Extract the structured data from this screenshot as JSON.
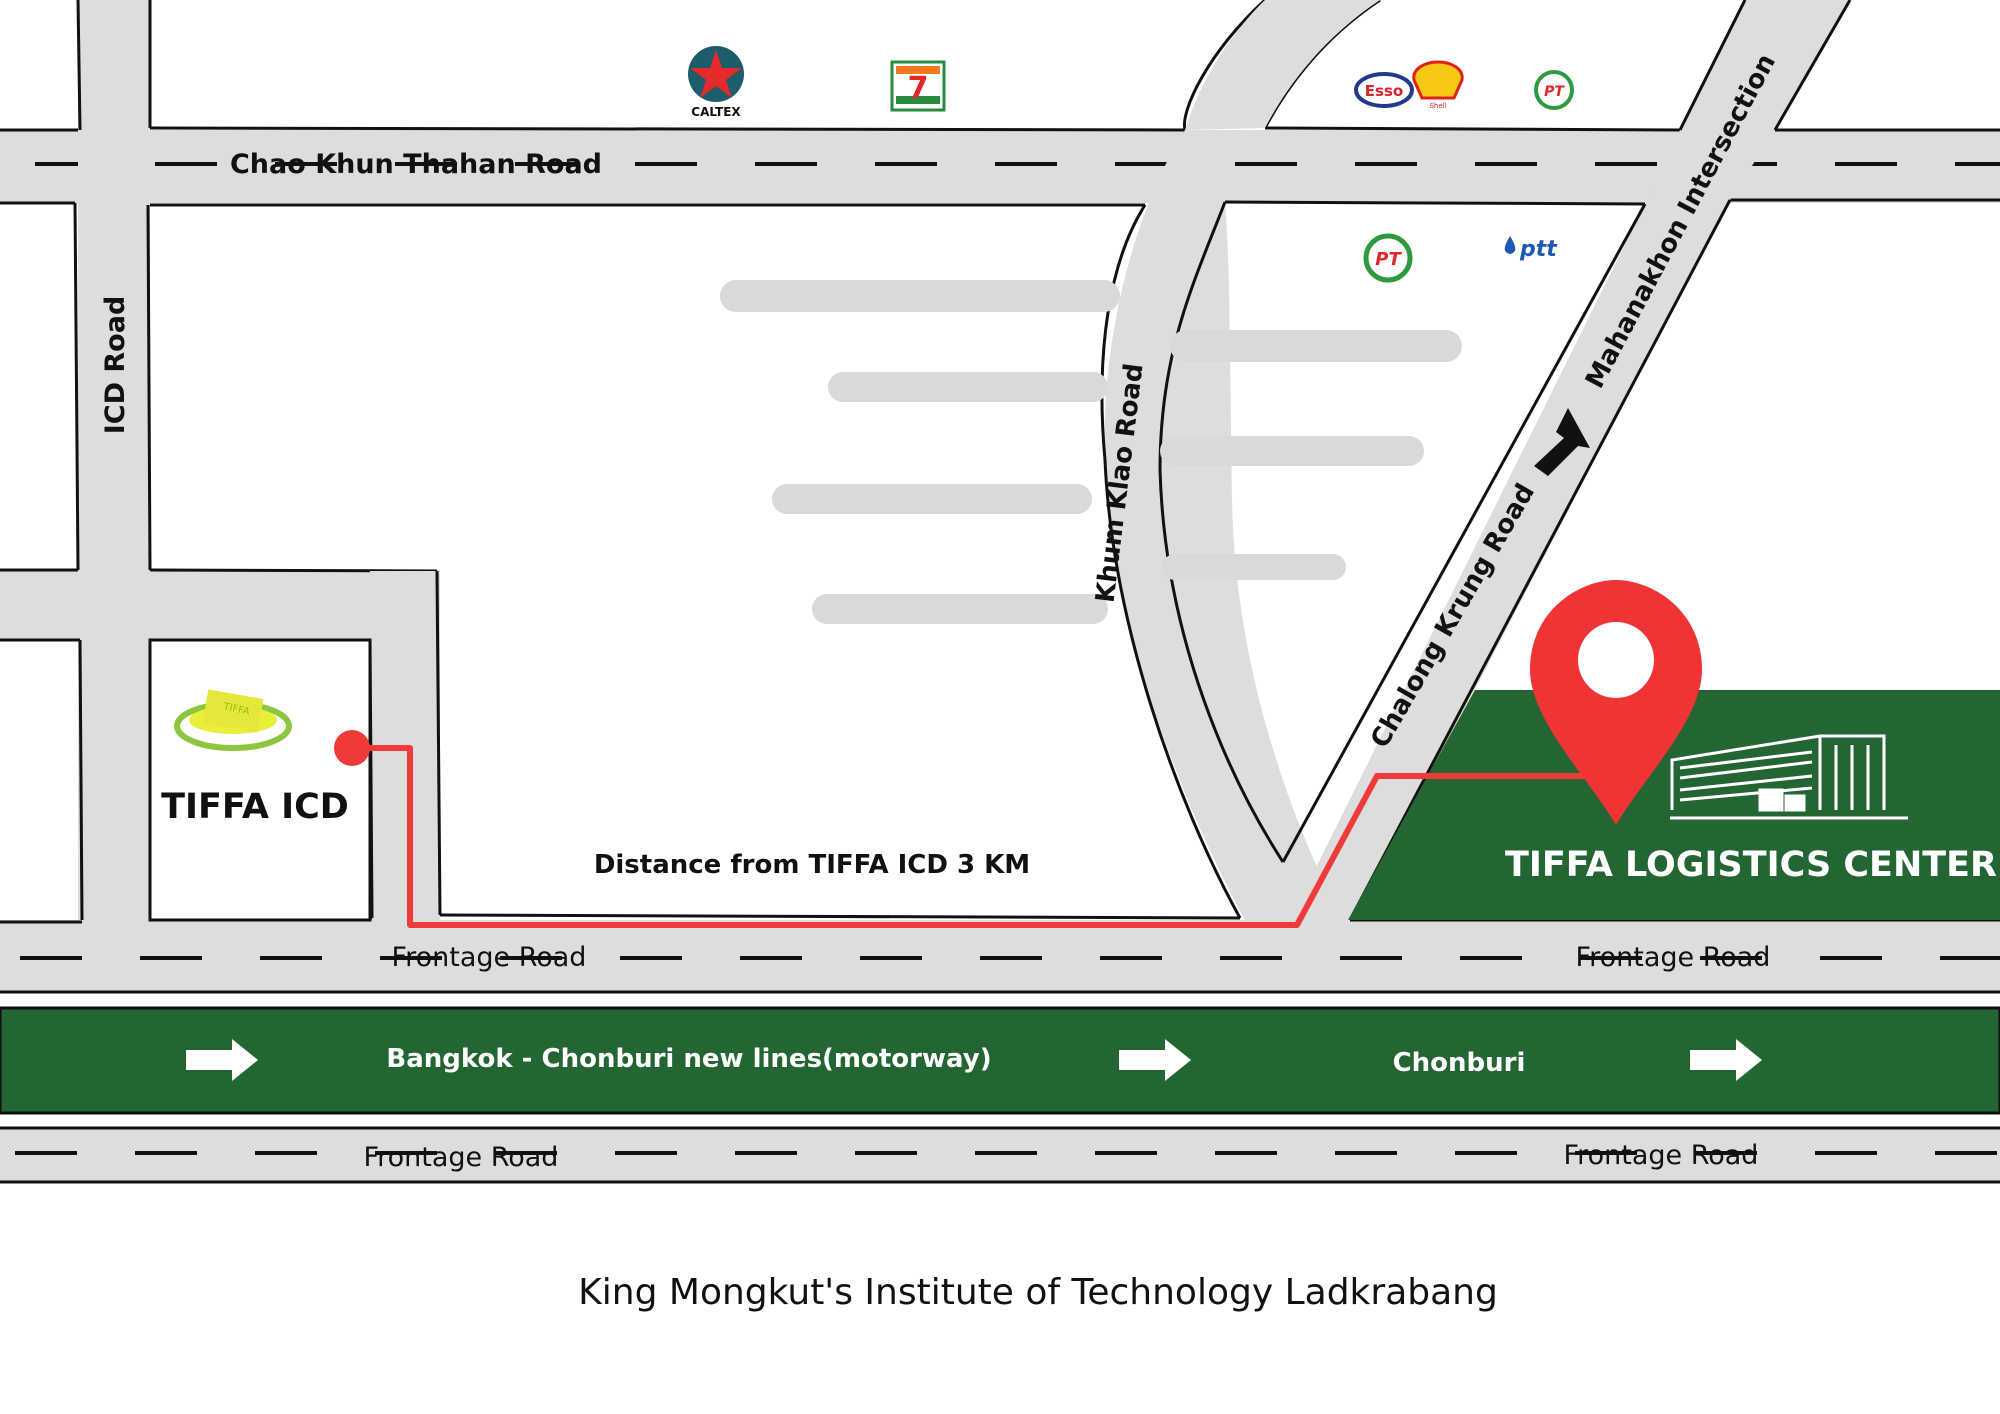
{
  "roads": {
    "chao_khun_thahan": "Chao Khun Thahan Road",
    "icd": "ICD Road",
    "khum_klao": "Khum Klao Road",
    "chalong_krung": "Chalong Krung Road",
    "mahanakhon": "Mahanakhon Intersection",
    "frontage_1": "Frontage Road",
    "frontage_2": "Frontage Road",
    "frontage_3": "Frontage Road",
    "frontage_4": "Frontage Road",
    "motorway": "Bangkok - Chonburi new lines(motorway)",
    "chonburi": "Chonburi"
  },
  "places": {
    "tiffa_icd": "TIFFA ICD",
    "tiffa_logistics": "TIFFA LOGISTICS CENTER",
    "distance": "Distance from TIFFA ICD 3 KM",
    "kmitl": "King Mongkut's Institute of Technology Ladkrabang"
  },
  "logos": {
    "caltex": "CALTEX",
    "seven_eleven": "7-ELEVEn",
    "esso": "Esso",
    "shell": "Shell",
    "pt_top": "PT",
    "pt_mid": "PT",
    "ptt": "ptt",
    "tiffa_logo": "TIFFA"
  },
  "colors": {
    "road": "#dddddd",
    "green": "#246534",
    "route": "#f03a3a",
    "pin": "#f03435"
  }
}
